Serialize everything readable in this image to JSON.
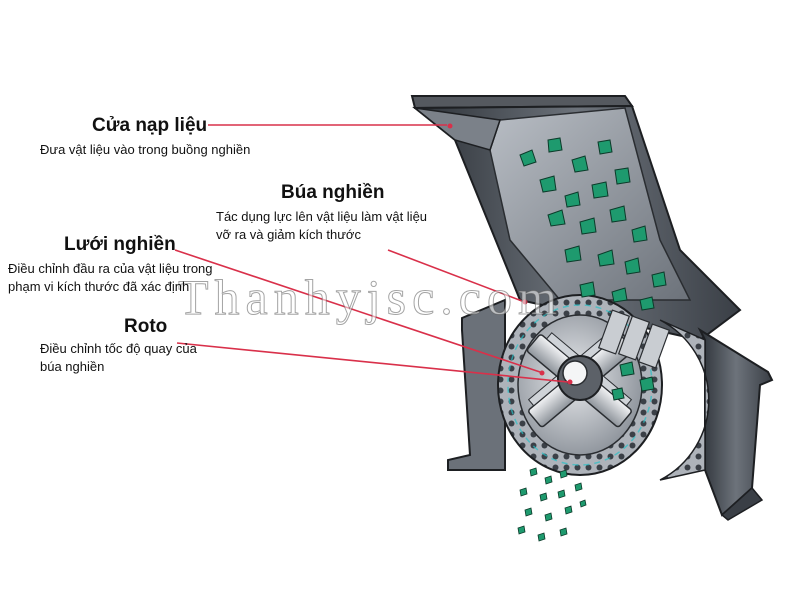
{
  "labels": {
    "cua_nap_lieu": {
      "title": "Cửa nạp liệu",
      "desc": "Đưa vật liệu vào trong buồng nghiền"
    },
    "bua_nghien": {
      "title": "Búa nghiền",
      "desc_line1": "Tác dụng lực lên vật liệu làm vật liệu",
      "desc_line2": "vỡ ra và giảm kích thước"
    },
    "luoi_nghien": {
      "title": "Lưới nghiền",
      "desc_line1": "Điều chỉnh đầu ra của vật liệu trong",
      "desc_line2": "phạm vi kích thước đã xác định"
    },
    "roto": {
      "title": "Roto",
      "desc_line1": "Điều chỉnh tốc độ quay của",
      "desc_line2": "búa nghiền"
    }
  },
  "watermark": "Thanhyjsc.com",
  "colors": {
    "leader_line": "#d9304a",
    "material": "#1e9a6e",
    "body_dark": "#3a3f46",
    "body_light": "#8a9099",
    "screen": "#a9adb3"
  }
}
